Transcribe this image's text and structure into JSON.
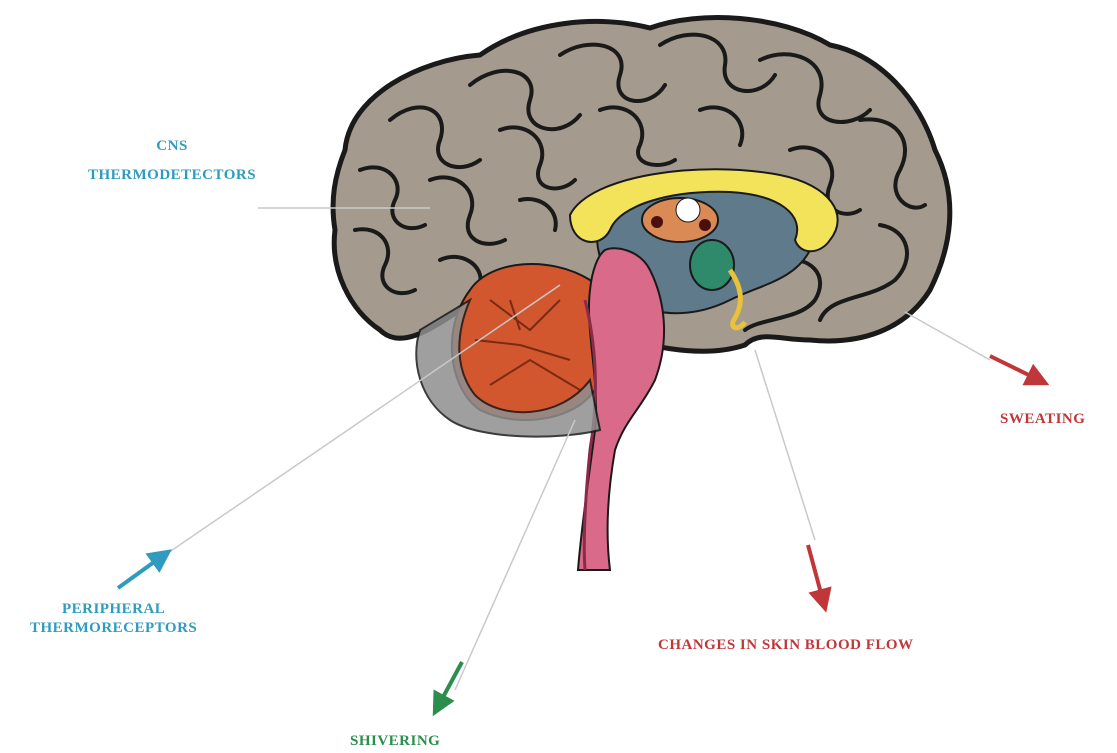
{
  "labels": {
    "cns_line1": "CNS",
    "cns_line2": "THERMODETECTORS",
    "peripheral_line1": "PERIPHERAL",
    "peripheral_line2": "THERMORECEPTORS",
    "shivering": "SHIVERING",
    "skin_blood_flow": "CHANGES IN SKIN BLOOD FLOW",
    "sweating": "SWEATING"
  },
  "colors": {
    "input_labels": "#2f9bbf",
    "output_red": "#c0373a",
    "output_green": "#2b8e4c",
    "cortex": "#a59a8e",
    "cortex_outline": "#1a1a1a",
    "cerebellum": "#d2572e",
    "brainstem": "#d96a8a",
    "corpus_callosum": "#f2e35a",
    "inner_region": "#5f7a8a",
    "hypothalamus": "#2e8a6a",
    "thalamus": "#d98a55"
  },
  "icons": [
    "blue-arrow-icon",
    "green-arrow-icon",
    "red-arrow-icon"
  ]
}
